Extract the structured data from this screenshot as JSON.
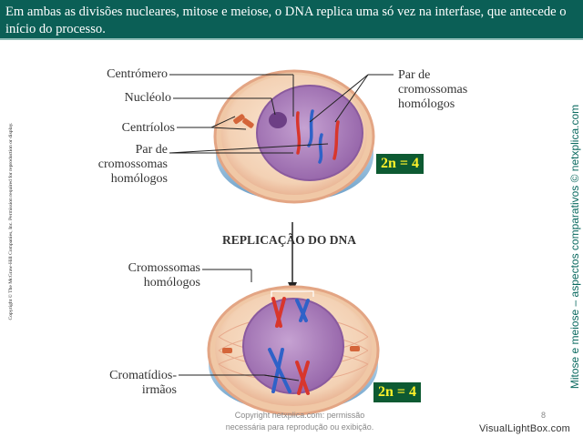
{
  "header": {
    "text": "Em ambas as divisões nucleares, mitose e meiose, o DNA replica uma só vez na interfase, que antecede o início do processo."
  },
  "side": {
    "left_credit": "Copyright © The McGraw-Hill Companies, Inc. Permission required for reproduction or display.",
    "right_title": "Mitose e meiose – aspectos comparativos © netxplica.com"
  },
  "labels": {
    "centromero": "Centrómero",
    "nucleolo": "Nucléolo",
    "centriolos": "Centríolos",
    "par_left": [
      "Par de",
      "cromossomas",
      "homólogos"
    ],
    "par_right": [
      "Par de",
      "cromossomas",
      "homólogos"
    ],
    "replicacao": "REPLICAÇÃO DO DNA",
    "cromossomas_homologos": [
      "Cromossomas",
      "homólogos"
    ],
    "cromatidios": [
      "Cromatídios-",
      "irmãos"
    ]
  },
  "badges": {
    "top": "2n = 4",
    "bottom": "2n = 4"
  },
  "footer": {
    "copyright": [
      "Copyright netxplica.com: permissão",
      "necessária para reprodução ou exibição."
    ],
    "page_number": "8",
    "brand": "VisualLightBox.com"
  },
  "colors": {
    "header_bg": "#0b5f56",
    "badge_bg": "#0d5a32",
    "badge_text": "#fff22a",
    "chromosome_red": "#d8362c",
    "chromosome_blue": "#2f62c8",
    "nucleus": "#9d6fb0"
  }
}
